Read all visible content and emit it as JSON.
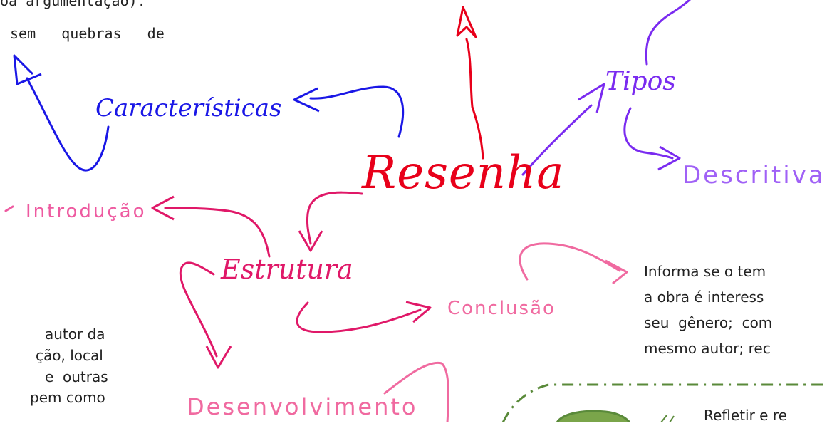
{
  "mindmap": {
    "central": "Resenha",
    "nodes": {
      "caracteristicas": "Características",
      "tipos": "Tipos",
      "descritiva": "Descritiva",
      "introducao": "Introdução",
      "estrutura": "Estrutura",
      "conclusao": "Conclusão",
      "desenvolvimento": "Desenvolvimento"
    },
    "text_fragments": {
      "top_left_line1": "oa argumentação).",
      "top_left_line2": "sem   quebras   de",
      "left_line1": "autor da",
      "left_line2": "ção, local",
      "left_line3": "e  outras",
      "left_line4": "pem como",
      "right_line1": "Informa se o tem",
      "right_line2": "a obra é interess",
      "right_line3": "seu  gênero;  com",
      "right_line4": "mesmo autor; rec",
      "bottom_right": "Refletir e re"
    },
    "colors": {
      "central": "#e8001a",
      "blue": "#1a17e6",
      "purple": "#7a2bf0",
      "crimson": "#e01868",
      "pink": "#f06aa0",
      "green": "#5a8a3a"
    }
  }
}
